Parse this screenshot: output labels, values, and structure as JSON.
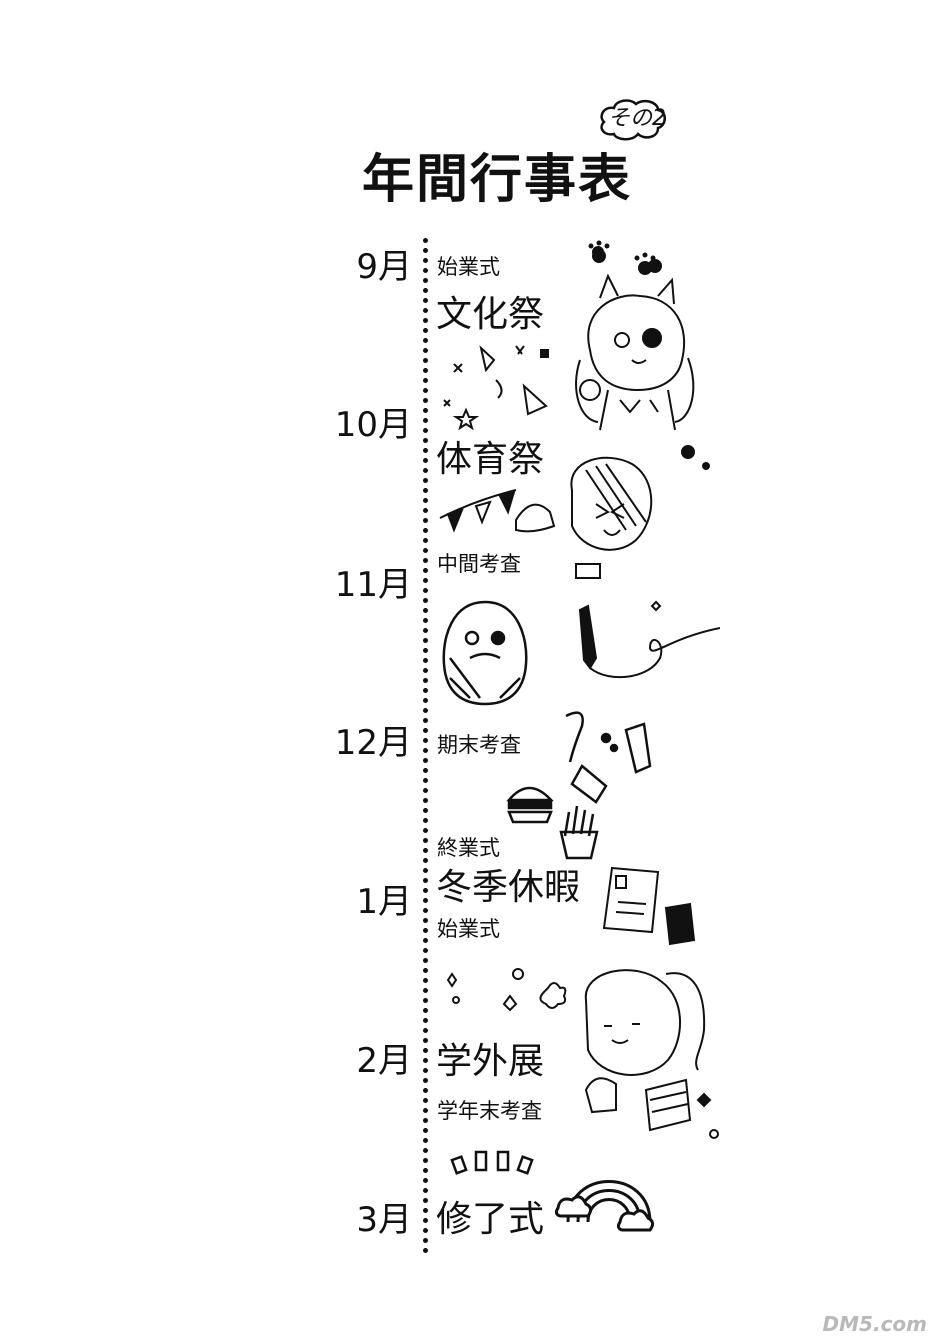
{
  "title": "年間行事表",
  "subtitle": "その2",
  "months": [
    {
      "label": "9月"
    },
    {
      "label": "10月"
    },
    {
      "label": "11月"
    },
    {
      "label": "12月"
    },
    {
      "label": "1月"
    },
    {
      "label": "2月"
    },
    {
      "label": "3月"
    }
  ],
  "events": {
    "sep_opening": "始業式",
    "culture_festival": "文化祭",
    "sports_festival": "体育祭",
    "midterm_exam": "中間考査",
    "final_exam": "期末考査",
    "term_closing": "終業式",
    "winter_break": "冬季休暇",
    "jan_opening": "始業式",
    "exhibition": "学外展",
    "year_end_exam": "学年末考査",
    "completion_ceremony": "修了式"
  },
  "watermark": "DM5.com"
}
